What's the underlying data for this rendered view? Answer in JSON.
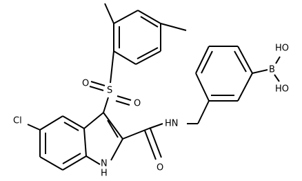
{
  "molecule": {
    "atom_labels": {
      "chlorine": "Cl",
      "sulfur": "S",
      "sulfonyl_oxygen_left": "O",
      "sulfonyl_oxygen_right": "O",
      "amide_nitrogen": "HN",
      "amide_oxygen": "O",
      "indole_nitrogen": "N",
      "indole_hydrogen": "H",
      "boron": "B",
      "hydroxyl_top": "HO",
      "hydroxyl_bottom": "HO"
    }
  }
}
